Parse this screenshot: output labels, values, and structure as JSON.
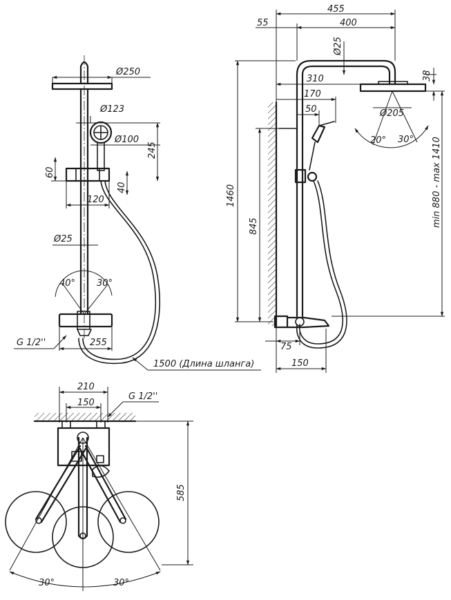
{
  "front_view": {
    "dia_head": "Ø250",
    "dia_hand": "Ø123",
    "dia_holder": "Ø100",
    "h_245": "245",
    "h_60": "60",
    "h_40": "40",
    "w_120": "120",
    "dia_rod": "Ø25",
    "angle_left": "40°",
    "angle_right": "30°",
    "thread": "G 1/2''",
    "w_255": "255",
    "hose": "1500 (Длина шланга)"
  },
  "side_view": {
    "w_455": "455",
    "w_55": "55",
    "w_400": "400",
    "dia_arm": "Ø25",
    "w_310": "310",
    "h_38": "38",
    "w_170": "170",
    "w_50": "50",
    "dia_head": "Ø205",
    "tilt_left": "20°",
    "tilt_right": "30°",
    "h_1460": "1460",
    "h_845": "845",
    "h_range": "min 880 - max 1410",
    "w_75": "75",
    "w_150": "150"
  },
  "top_view": {
    "w_210": "210",
    "w_150": "150",
    "thread": "G 1/2''",
    "h_585": "585",
    "angle_left": "30°",
    "angle_right": "30°"
  }
}
